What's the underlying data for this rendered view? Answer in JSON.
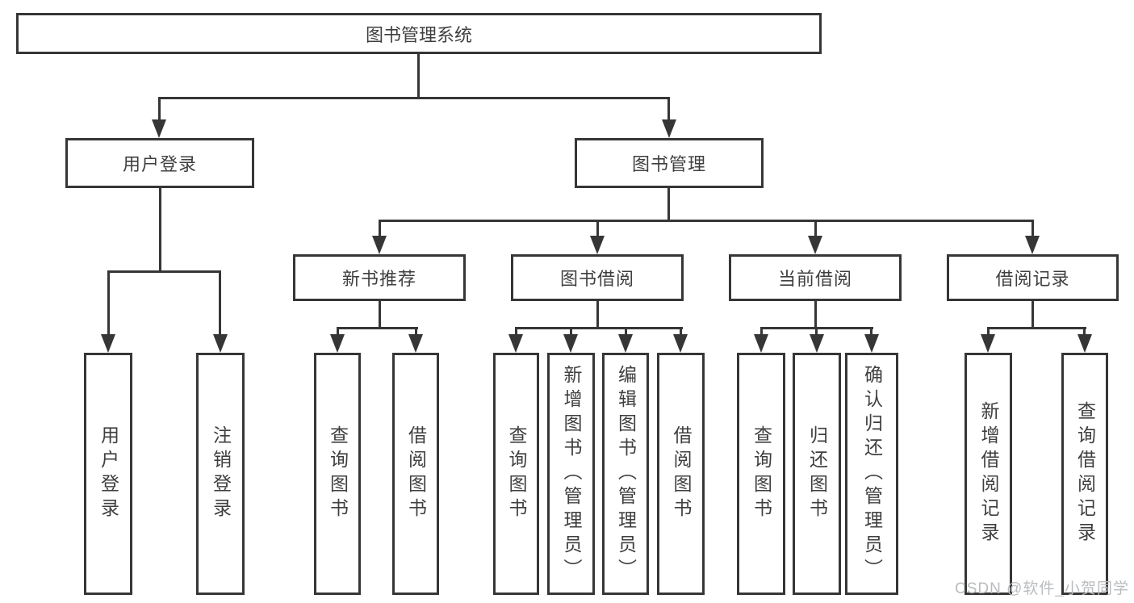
{
  "root": {
    "label": "图书管理系统",
    "children": [
      {
        "label": "用户登录",
        "children": [
          {
            "label": "用户登录"
          },
          {
            "label": "注销登录"
          }
        ]
      },
      {
        "label": "图书管理",
        "children": [
          {
            "label": "新书推荐",
            "children": [
              {
                "label": "查询图书"
              },
              {
                "label": "借阅图书"
              }
            ]
          },
          {
            "label": "图书借阅",
            "children": [
              {
                "label": "查询图书"
              },
              {
                "label": "新增图书（管理员）"
              },
              {
                "label": "编辑图书（管理员）"
              },
              {
                "label": "借阅图书"
              }
            ]
          },
          {
            "label": "当前借阅",
            "children": [
              {
                "label": "查询图书"
              },
              {
                "label": "归还图书"
              },
              {
                "label": "确认归还（管理员）"
              }
            ]
          },
          {
            "label": "借阅记录",
            "children": [
              {
                "label": "新增借阅记录"
              },
              {
                "label": "查询借阅记录"
              }
            ]
          }
        ]
      }
    ]
  },
  "watermark": {
    "text": "CSDN @软件_小贺同学"
  },
  "colors": {
    "line": "#363636",
    "text": "#3f3f3f",
    "watermark": "#b9bcbf",
    "background": "#ffffff"
  }
}
